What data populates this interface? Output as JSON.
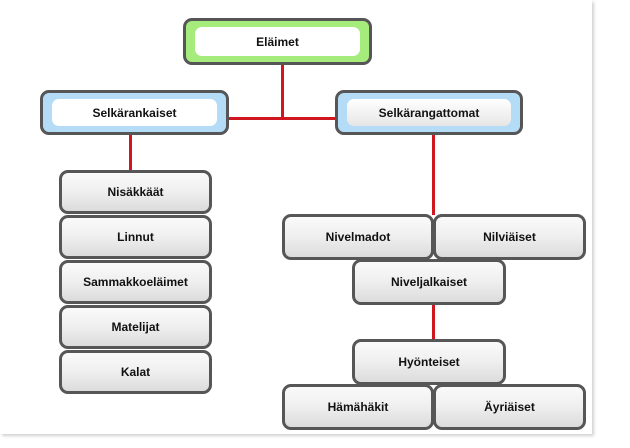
{
  "diagram": {
    "connector_color": "#d0161e",
    "root": {
      "label": "Eläimet",
      "accent": "#a6ec7c"
    },
    "level1": [
      {
        "label": "Selkärankaiset",
        "accent": "#b5dcf6"
      },
      {
        "label": "Selkärangattomat",
        "accent": "#b5dcf6"
      }
    ],
    "vertebrates": [
      "Nisäkkäät",
      "Linnut",
      "Sammakkoeläimet",
      "Matelijat",
      "Kalat"
    ],
    "invertebrates": {
      "row1": [
        "Nivelmadot",
        "Nilviäiset"
      ],
      "arthropods": "Niveljalkaiset",
      "insects": "Hyönteiset",
      "row3": [
        "Hämähäkit",
        "Äyriäiset"
      ]
    }
  }
}
